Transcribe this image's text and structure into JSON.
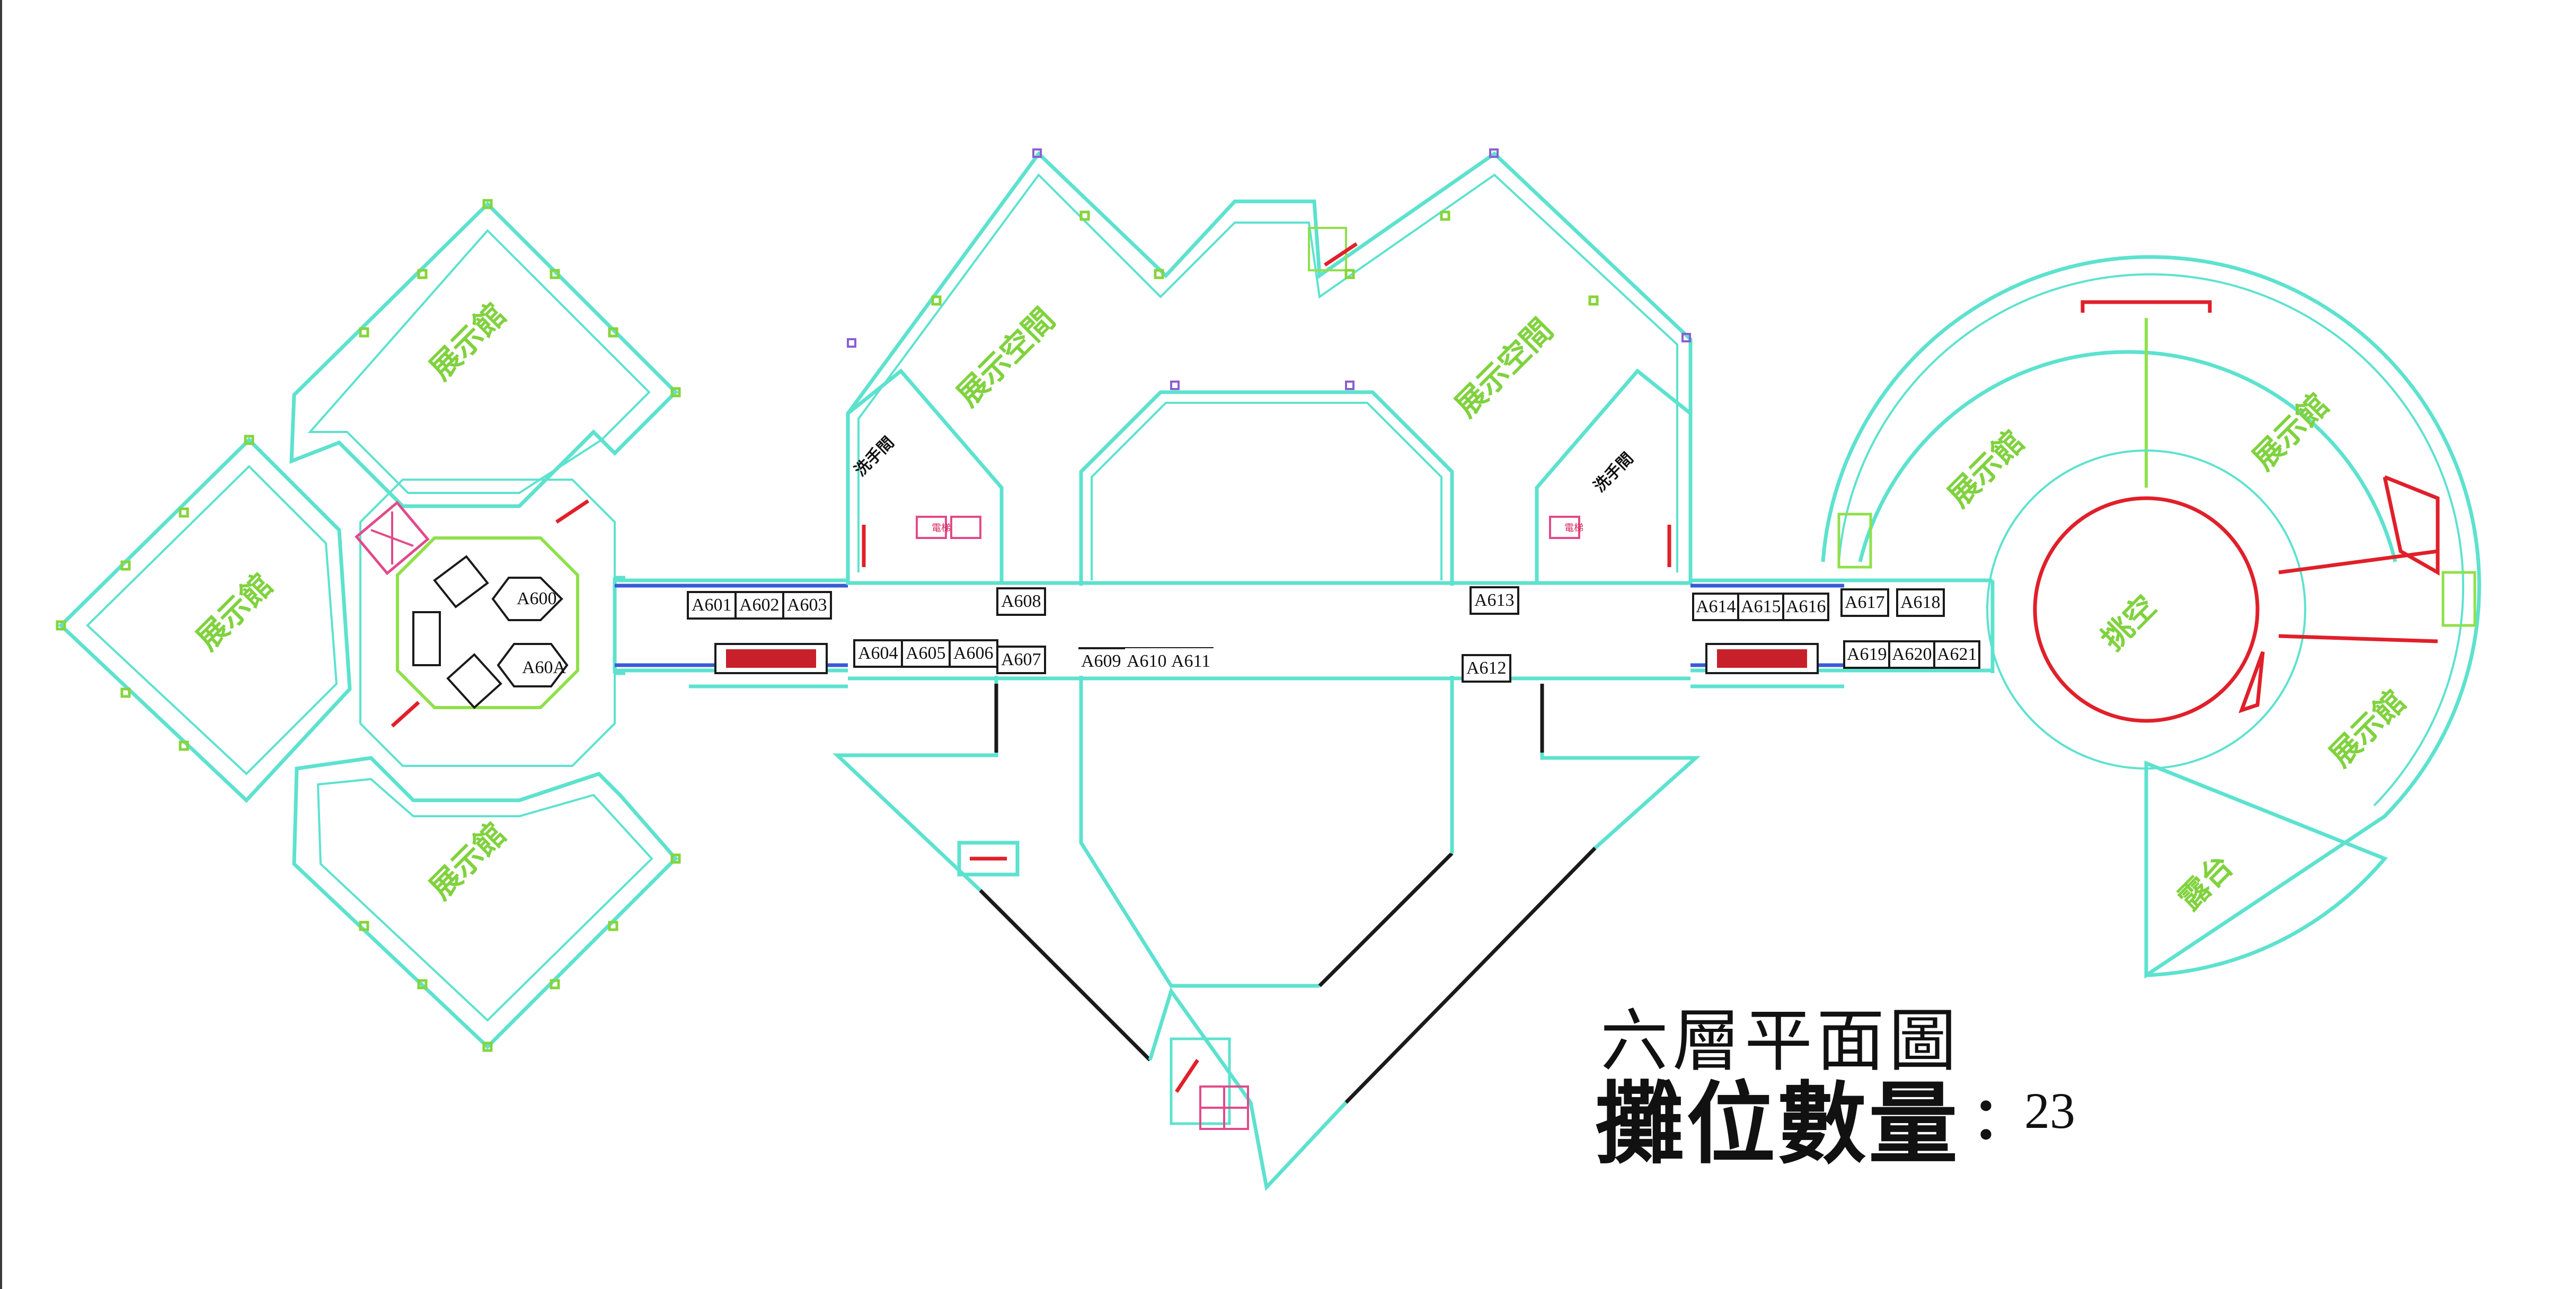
{
  "map": {
    "title": "六層平面圖",
    "booth_count_label": "攤位數量",
    "booth_count_separator": "：",
    "booth_count_value": "23"
  },
  "areas": {
    "exhibit_hall": "展示館",
    "exhibit_space": "展示空間",
    "atrium": "挑空",
    "terrace": "露台",
    "restroom": "洗手間",
    "elevator": "電梯"
  },
  "booths": {
    "A600": "A600",
    "A60A": "A60A",
    "A601": "A601",
    "A602": "A602",
    "A603": "A603",
    "A604": "A604",
    "A605": "A605",
    "A606": "A606",
    "A607": "A607",
    "A608": "A608",
    "A609": "A609",
    "A610": "A610",
    "A611": "A611",
    "A612": "A612",
    "A613": "A613",
    "A614": "A614",
    "A615": "A615",
    "A616": "A616",
    "A617": "A617",
    "A618": "A618",
    "A619": "A619",
    "A620": "A620",
    "A621": "A621"
  },
  "colors": {
    "wall": "#5de2cf",
    "hall_label": "#7fd23d",
    "booth_border": "#1a1a1a",
    "atrium_ring": "#e0202a",
    "background": "#ffffff"
  }
}
